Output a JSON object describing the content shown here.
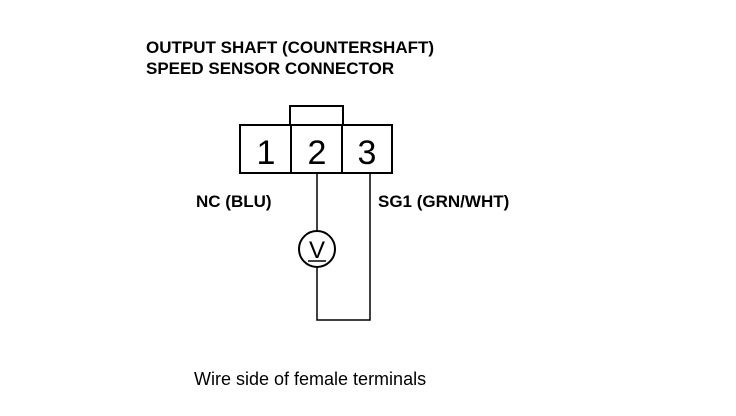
{
  "title": {
    "line1": "OUTPUT SHAFT (COUNTERSHAFT)",
    "line2": "SPEED SENSOR CONNECTOR"
  },
  "connector": {
    "terminals": [
      "1",
      "2",
      "3"
    ]
  },
  "wires": {
    "left_label": "NC (BLU)",
    "right_label": "SG1 (GRN/WHT)"
  },
  "meter": {
    "symbol": "V"
  },
  "caption": "Wire side of female terminals",
  "colors": {
    "line": "#000000",
    "background": "#ffffff"
  },
  "icons": {
    "meter": "voltmeter-icon"
  }
}
